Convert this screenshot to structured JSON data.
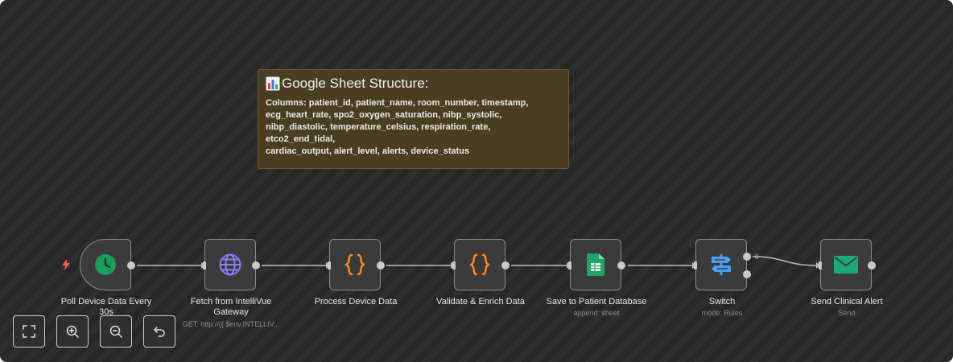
{
  "sticky_note": {
    "title_icon": "bar-chart-emoji",
    "title": "Google Sheet Structure:",
    "body_lines": [
      "Columns: patient_id, patient_name, room_number, timestamp,",
      "ecg_heart_rate, spo2_oxygen_saturation, nibp_systolic,",
      "nibp_diastolic, temperature_celsius, respiration_rate, etco2_end_tidal,",
      "cardiac_output, alert_level, alerts, device_status"
    ]
  },
  "nodes": [
    {
      "id": "poll",
      "icon": "clock-icon",
      "label_lines": [
        "Poll Device Data Every",
        "30s"
      ],
      "subtitle": "",
      "color": "#1a9e5c"
    },
    {
      "id": "fetch",
      "icon": "globe-icon",
      "label_lines": [
        "Fetch from IntelliVue",
        "Gateway"
      ],
      "subtitle": "GET: http://{{ $env.INTELLIV...",
      "color": "#8b7cf6"
    },
    {
      "id": "process",
      "icon": "code-braces-icon",
      "label_lines": [
        "Process Device Data"
      ],
      "subtitle": "",
      "color": "#ff8a1f"
    },
    {
      "id": "validate",
      "icon": "code-braces-icon",
      "label_lines": [
        "Validate & Enrich Data"
      ],
      "subtitle": "",
      "color": "#ff8a1f"
    },
    {
      "id": "save",
      "icon": "google-sheets-icon",
      "label_lines": [
        "Save to Patient Database"
      ],
      "subtitle": "append: sheet",
      "color": "#1fa463"
    },
    {
      "id": "switch",
      "icon": "signpost-icon",
      "label_lines": [
        "Switch"
      ],
      "subtitle": "mode: Rules",
      "color": "#4a9ff5"
    },
    {
      "id": "alert",
      "icon": "envelope-icon",
      "label_lines": [
        "Send Clinical Alert"
      ],
      "subtitle": "Send",
      "color": "#1aa97a"
    }
  ],
  "switch_output_label": "0",
  "controls": [
    {
      "name": "fit-view-button",
      "icon": "fullscreen-icon"
    },
    {
      "name": "zoom-in-button",
      "icon": "zoom-in-icon"
    },
    {
      "name": "zoom-out-button",
      "icon": "zoom-out-icon"
    },
    {
      "name": "reset-zoom-button",
      "icon": "undo-icon"
    }
  ],
  "colors": {
    "canvas_bg": "#2b2b2b",
    "node_bg": "#3b3b3b",
    "sticky_bg": "#4a3e22",
    "edge": "#bdbdbd",
    "trigger_bolt": "#ff5a4f"
  }
}
